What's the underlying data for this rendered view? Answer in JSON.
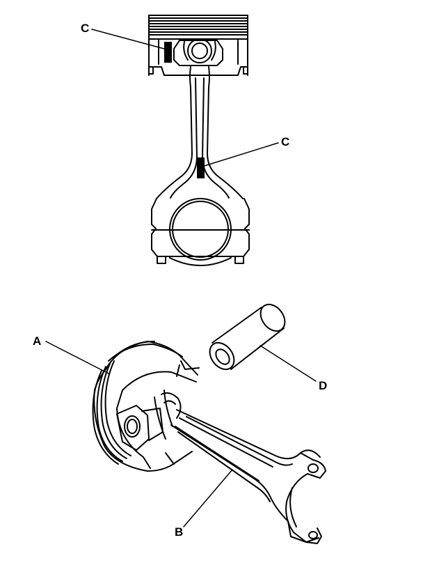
{
  "callouts": {
    "c_upper": "C",
    "c_lower": "C",
    "a": "A",
    "b": "B",
    "d": "D"
  },
  "colors": {
    "ink": "#000000",
    "background": "#ffffff"
  }
}
